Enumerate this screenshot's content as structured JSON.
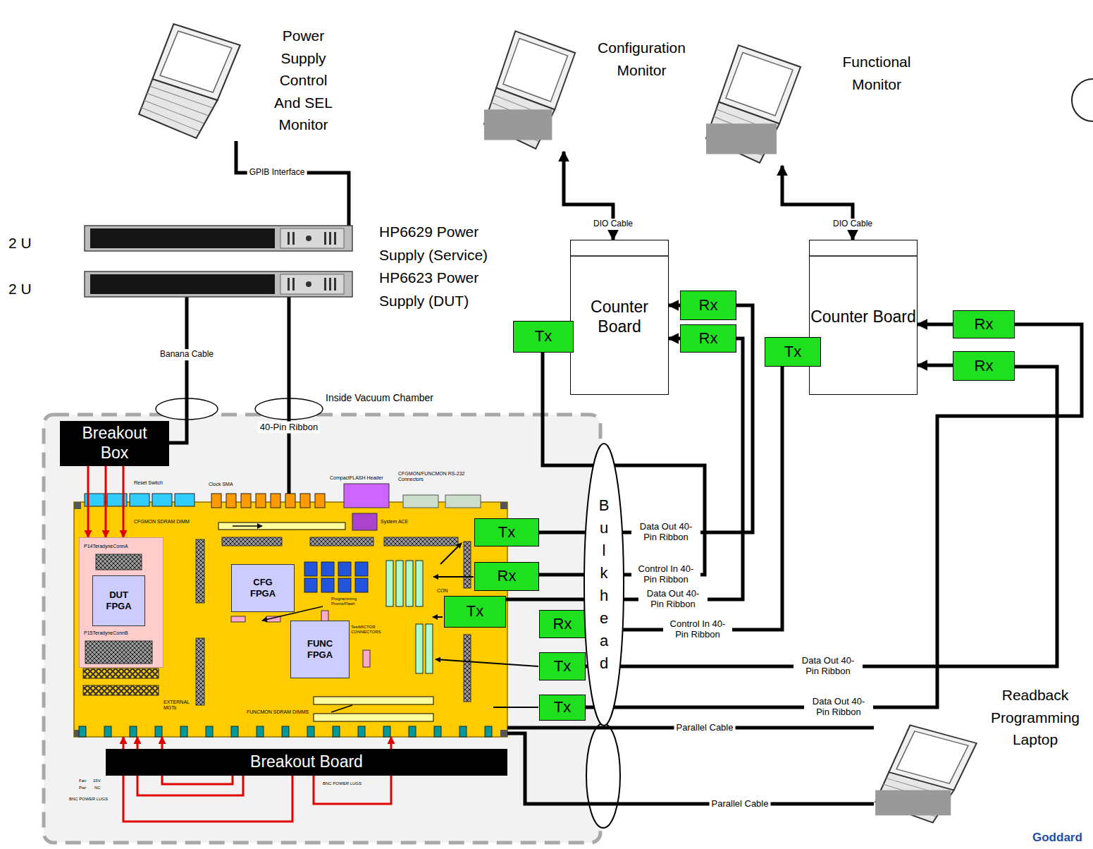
{
  "diagram": {
    "nodes": [
      {
        "text": [
          "Power Supply Control And SEL Monitor"
        ]
      },
      {
        "text": [
          "Configuration Monitor"
        ]
      },
      {
        "text": [
          "Functional Monitor"
        ]
      },
      {
        "text": [
          "HP6629 Power Supply (Service)"
        ]
      },
      {
        "text": [
          "HP6623 Power Supply (DUT)"
        ]
      },
      {
        "text": [
          "Counter Board"
        ]
      },
      {
        "text": [
          "Counter Board"
        ]
      },
      {
        "text": [
          "Tx"
        ]
      },
      {
        "text": [
          "Rx"
        ]
      },
      {
        "text": [
          "Rx"
        ]
      },
      {
        "text": [
          "Tx"
        ]
      },
      {
        "text": [
          "Rx"
        ]
      },
      {
        "text": [
          "Rx"
        ]
      },
      {
        "text": [
          "Inside Vacuum Chamber"
        ]
      },
      {
        "text": [
          "Breakout Box"
        ],
        "in": 13
      },
      {
        "text": [
          "Reset Switch",
          "Clock SMA",
          "CompactFLASH Header",
          "CFGMON/FUNCMON RS-232 Connectors",
          "CFGMON SDRAM DIMM",
          "System ACE",
          "Programming Proms/Flash",
          "TestMICTOR CONNECTORS",
          "CON",
          "EXTERNAL MGTs",
          "FUNCMON SDRAM DIMMS"
        ],
        "in": 13
      },
      {
        "text": [
          "P14TeradyneConnA",
          "P15TeradyneConnB"
        ],
        "in": 15
      },
      {
        "text": [
          "DUT FPGA"
        ],
        "in": 16
      },
      {
        "text": [
          "CFG FPGA"
        ],
        "in": 15
      },
      {
        "text": [
          "FUNC FPGA"
        ],
        "in": 15
      },
      {
        "text": [
          "Breakout Board"
        ],
        "in": 13
      },
      {
        "text": [
          "Tx"
        ],
        "in": 13
      },
      {
        "text": [
          "Rx"
        ],
        "in": 13
      },
      {
        "text": [
          "Tx"
        ],
        "in": 13
      },
      {
        "text": [
          "Rx"
        ],
        "in": 13
      },
      {
        "text": [
          "Tx"
        ],
        "in": 13
      },
      {
        "text": [
          "Tx"
        ],
        "in": 13
      },
      {
        "text": [
          "Bulkhead"
        ]
      },
      {
        "text": [
          "Readback Programming Laptop"
        ]
      }
    ],
    "edges": [
      {
        "from": 0,
        "to": 3,
        "label": "GPIB Interface",
        "arrow": "none"
      },
      {
        "from": 4,
        "to": 14,
        "label": "Banana Cable",
        "arrow": "none"
      },
      {
        "from": 4,
        "to": 15,
        "label": "40-Pin Ribbon",
        "arrow": "none"
      },
      {
        "from": 1,
        "to": 5,
        "label": "DIO Cable",
        "arrow": "both"
      },
      {
        "from": 2,
        "to": 6,
        "label": "DIO Cable",
        "arrow": "both"
      },
      {
        "from": 8,
        "to": 5,
        "arrow": "to"
      },
      {
        "from": 9,
        "to": 5,
        "arrow": "to"
      },
      {
        "from": 11,
        "to": 6,
        "arrow": "to"
      },
      {
        "from": 12,
        "to": 6,
        "arrow": "to"
      },
      {
        "from": 21,
        "to": 8,
        "label": "Data Out 40-Pin Ribbon",
        "arrow": "none"
      },
      {
        "from": 7,
        "to": 22,
        "label": "Control In 40-Pin Ribbon",
        "arrow": "none"
      },
      {
        "from": 23,
        "to": 9,
        "label": "Data Out 40-Pin Ribbon",
        "arrow": "none"
      },
      {
        "from": 10,
        "to": 24,
        "label": "Control In 40-Pin Ribbon",
        "arrow": "none"
      },
      {
        "from": 25,
        "to": 12,
        "label": "Data Out 40-Pin Ribbon",
        "arrow": "none"
      },
      {
        "from": 26,
        "to": 11,
        "label": "Data Out 40-Pin Ribbon",
        "arrow": "none"
      },
      {
        "from": 15,
        "to": 28,
        "label": "Parallel Cable",
        "arrow": "none"
      },
      {
        "from": 15,
        "to": 28,
        "label": "Parallel Cable",
        "arrow": "none"
      },
      {
        "from": 14,
        "to": 16,
        "arrow": "to"
      },
      {
        "from": 14,
        "to": 16,
        "arrow": "to"
      },
      {
        "from": 14,
        "to": 16,
        "arrow": "to"
      },
      {
        "from": 20,
        "to": 15,
        "arrow": "to"
      },
      {
        "from": 20,
        "to": 15,
        "arrow": "to"
      },
      {
        "from": 20,
        "to": 15,
        "arrow": "to"
      },
      {
        "from": 20,
        "to": 15,
        "arrow": "to"
      }
    ],
    "labels": [
      "2 U",
      "2 U",
      "Fan",
      "15V",
      "Pwr",
      "NC",
      "BNC POWER LUGS",
      "BNC POWER LUGS",
      "Goddard"
    ]
  }
}
